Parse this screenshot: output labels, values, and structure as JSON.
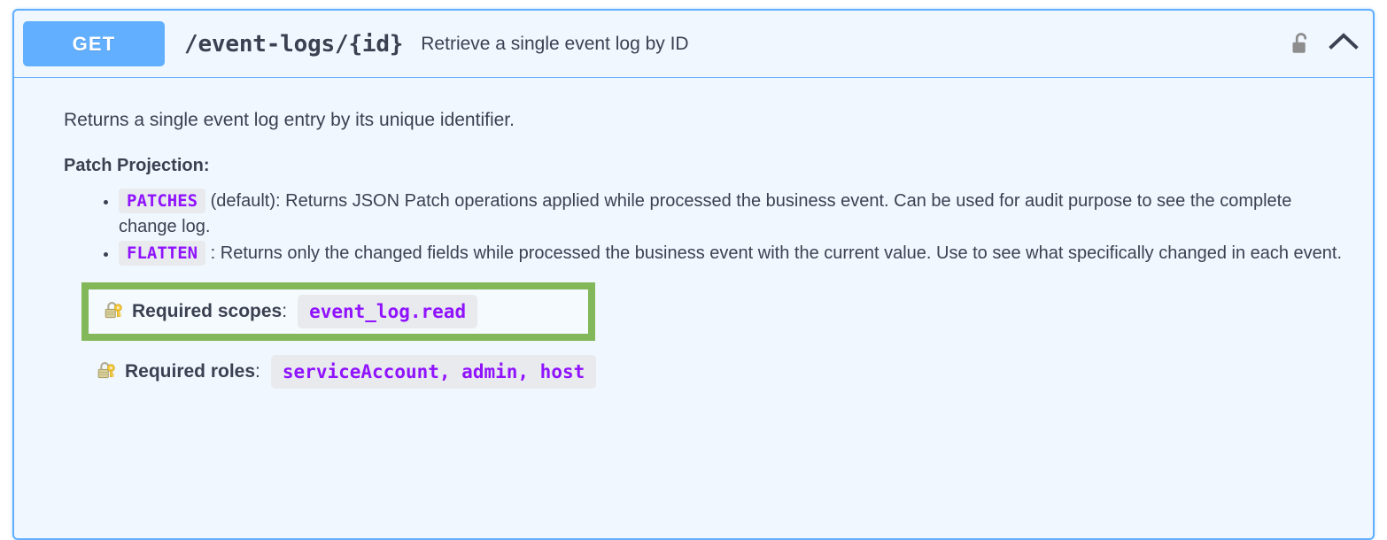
{
  "operation": {
    "method": "GET",
    "path": "/event-logs/{id}",
    "summary": "Retrieve a single event log by ID",
    "method_color": "#61affe",
    "panel_border_color": "#61affe",
    "panel_background": "#f0f7ff",
    "lock_icon": "unlocked-padlock-icon",
    "collapse_icon": "chevron-up-icon"
  },
  "description": {
    "intro": "Returns a single event log entry by its unique identifier.",
    "heading": "Patch Projection:",
    "items": [
      {
        "code": "PATCHES",
        "text": "(default): Returns JSON Patch operations applied while processed the business event. Can be used for audit purpose to see the complete change log."
      },
      {
        "code": "FLATTEN",
        "text": ": Returns only the changed fields while processed the business event with the current value. Use to see what specifically changed in each event."
      }
    ],
    "code_color": "#9012fe",
    "code_background": "#e8eaed"
  },
  "requirements": [
    {
      "emoji": "🔐",
      "icon_name": "locked-padlock-with-key-icon",
      "label": "Required scopes",
      "colon": ":",
      "value": "event_log.read",
      "highlighted": true,
      "highlight_color": "#82b75a"
    },
    {
      "emoji": "🔐",
      "icon_name": "locked-padlock-with-key-icon",
      "label": "Required roles",
      "colon": ":",
      "value": "serviceAccount, admin, host",
      "highlighted": false,
      "highlight_color": ""
    }
  ]
}
